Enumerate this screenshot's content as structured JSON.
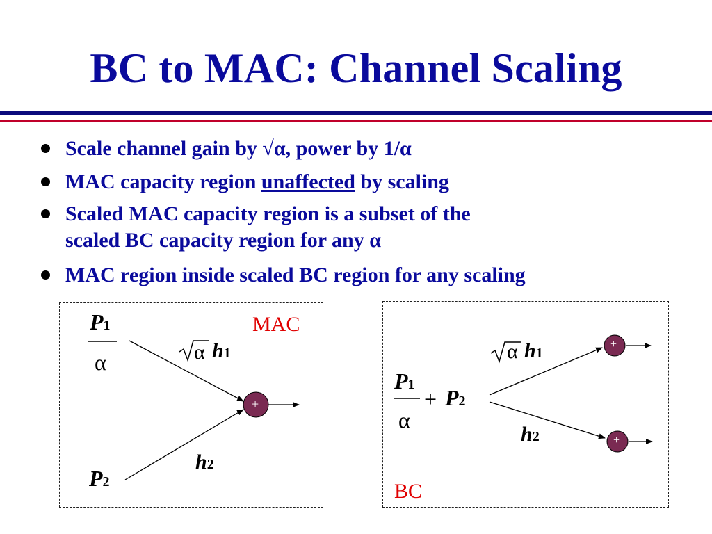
{
  "slide": {
    "title": "BC to MAC: Channel Scaling",
    "bullets": {
      "b1_a": "Scale channel gain by √α, power by 1/α",
      "b2_a": "MAC capacity region ",
      "b2_u": "unaffected",
      "b2_b": " by scaling",
      "b3_l1": "Scaled MAC capacity region is a subset of  the",
      "b3_l2": "scaled BC capacity region for any α",
      "b4_a": "MAC region inside scaled BC region for any scaling"
    }
  },
  "mac_panel": {
    "label": "MAC",
    "p1_num": "P",
    "p1_sub": "1",
    "alpha": "α",
    "p2": "P",
    "p2_sub": "2",
    "gain1_h": "h",
    "gain1_sub": "1",
    "gain2_h": "h",
    "gain2_sub": "2",
    "adder": "+"
  },
  "bc_panel": {
    "label": "BC",
    "p1_num": "P",
    "p1_sub": "1",
    "alpha": "α",
    "plus": "+",
    "p2": "P",
    "p2_sub": "2",
    "gain1_h": "h",
    "gain1_sub": "1",
    "gain2_h": "h",
    "gain2_sub": "2",
    "adder1": "+",
    "adder2": "+"
  },
  "colors": {
    "title": "#0a0a9c",
    "navy_rule": "#0a0a7c",
    "red_rule": "#c0002a",
    "label_red": "#e00000",
    "adder_fill": "#7a2a52"
  }
}
